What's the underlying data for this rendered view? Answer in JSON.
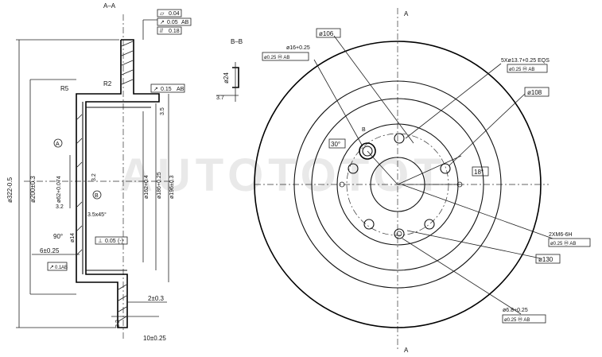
{
  "watermark": "AUTOTOTOT",
  "sections": {
    "aa": "A–A",
    "bb": "B–B",
    "a_top": "A",
    "a_bottom": "A"
  },
  "tolerance_frames": {
    "flatness": "0.04",
    "runout": "0.05",
    "runout_ref": "AB",
    "parallelism": "0.18",
    "hat_runout": "0.15",
    "hat_runout_ref": "AB",
    "perp": "0.05",
    "perp_ref": "(-)",
    "flange": "0.1",
    "flange_ref": "AB"
  },
  "labels_left": {
    "r5": "R5",
    "r2": "R2",
    "d322": "ø322-0.5",
    "d200": "ø200±0.3",
    "d62": "ø62+0.074",
    "d162": "ø162+0.4",
    "d186": "ø186+0.25",
    "d196": "ø196±0.3",
    "chamfer": "3.5x45°",
    "angle90": "90°",
    "d14": "ø14",
    "six": "6±0.25",
    "two": "2±0.3",
    "ten": "10±0.25",
    "r35": "3.5",
    "r32a": "3.2",
    "r32b": "3.2",
    "r32c": "3.2",
    "datum_a": "A",
    "datum_b": "B"
  },
  "labels_bb": {
    "d24": "ø24",
    "d37": "3.7"
  },
  "labels_right": {
    "d106": "ø106",
    "d16": "ø16+0.25",
    "pos016": "ø0.25 Ⓜ AB",
    "holes5": "5Xø13.7+0.25 EQS",
    "pos_holes": "ø0.25 Ⓜ AB",
    "d108": "ø108",
    "ang30": "30°",
    "ang18": "18°",
    "b_mark": "B",
    "m6": "2XM6-6H",
    "pos_m6": "ø0.25 Ⓜ AB",
    "d130": "ø130",
    "d68": "ø6.8+0.25",
    "pos68": "ø0.25 Ⓜ AB"
  }
}
